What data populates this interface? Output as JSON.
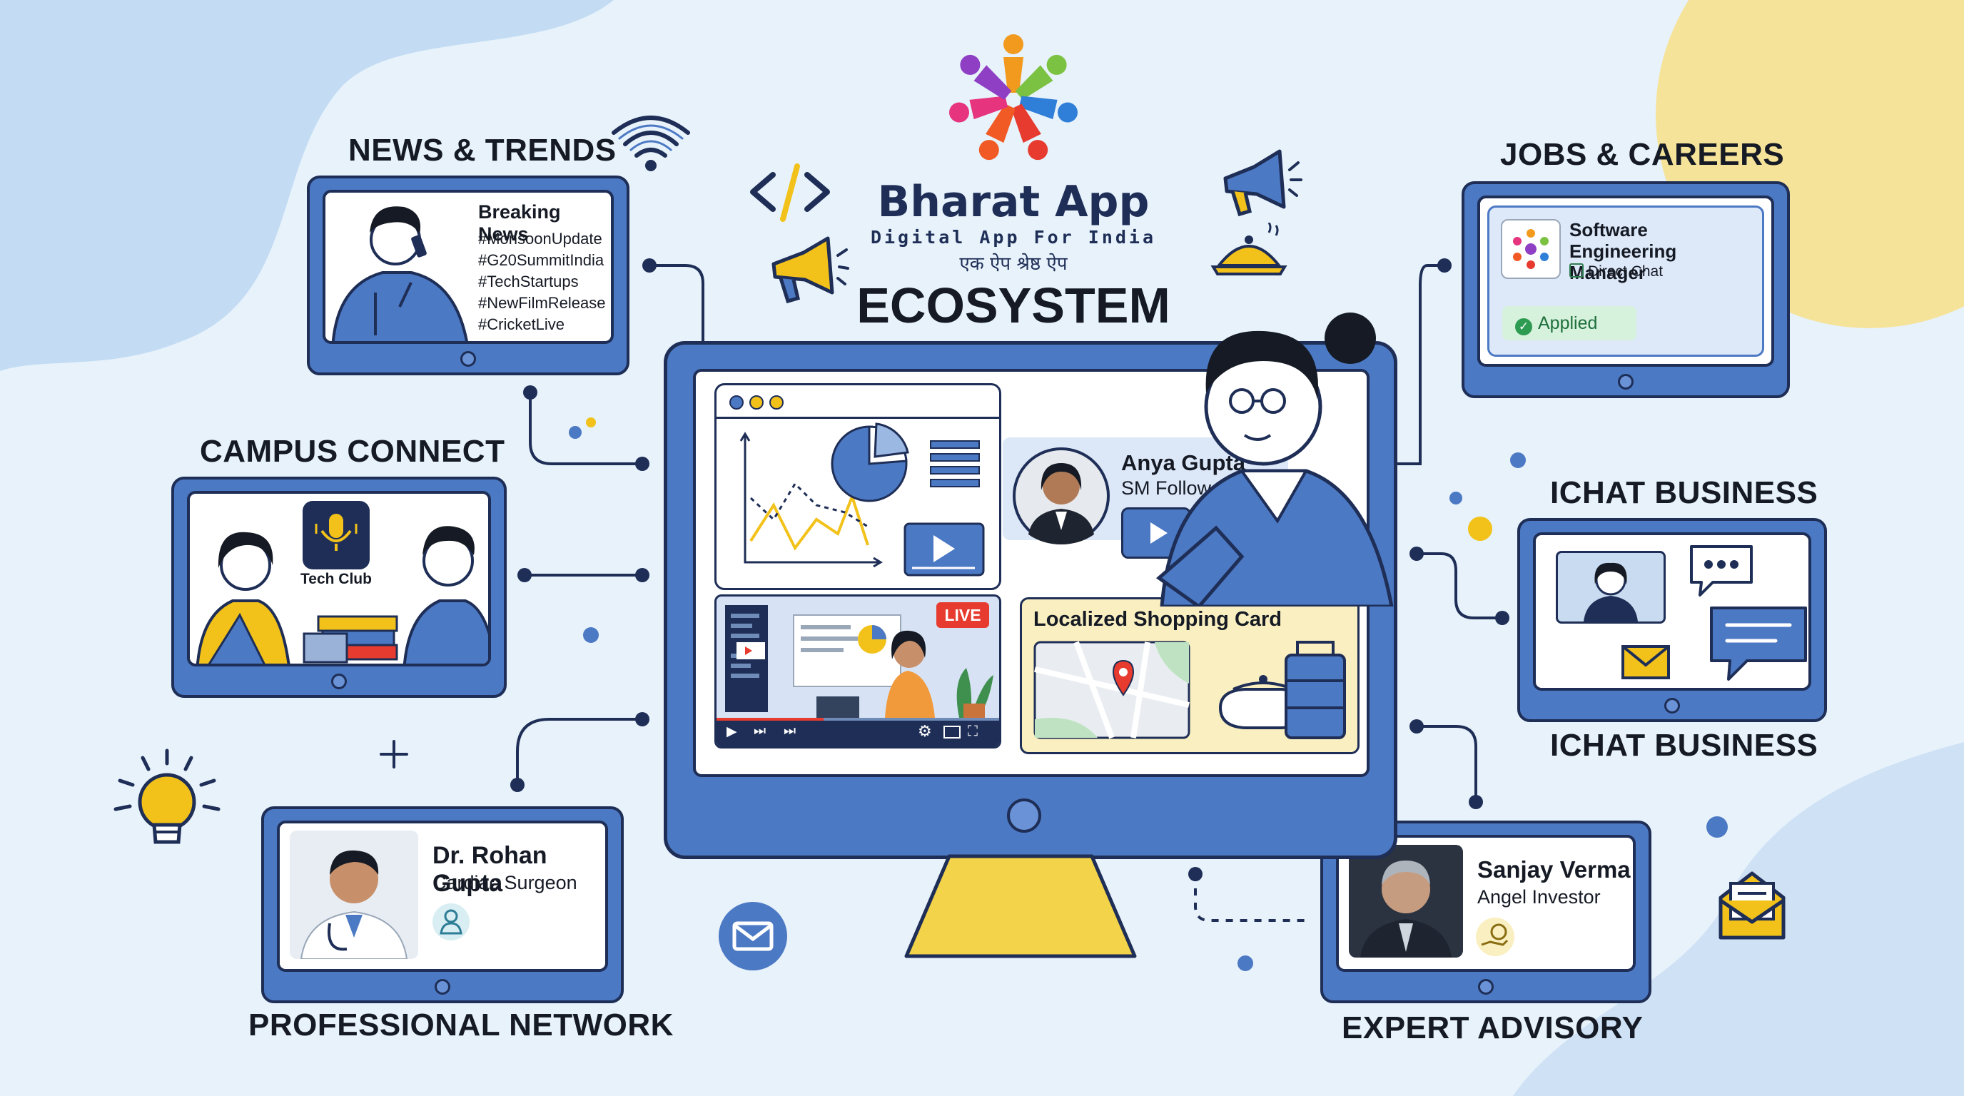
{
  "brand": {
    "name": "Bharat App",
    "tagline": "Digital App For India",
    "hindi_tagline": "एक ऐप श्रेष्ठ ऐप",
    "heading": "ECOSYSTEM"
  },
  "sections": {
    "news": {
      "label": "NEWS & TRENDS",
      "title": "Breaking News",
      "tags": [
        "#MonsoonUpdate",
        "#G20SummitIndia",
        "#TechStartups",
        "#NewFilmRelease",
        "#CricketLive"
      ]
    },
    "campus": {
      "label": "CAMPUS CONNECT",
      "club": "Tech Club"
    },
    "professional": {
      "label": "PROFESSIONAL NETWORK",
      "name": "Dr. Rohan Gupta",
      "role": "Cardiac Surgeon"
    },
    "jobs": {
      "label": "JOBS & CAREERS",
      "title": "Software Engineering Manager",
      "chat": "Direct Chat",
      "status": "Applied"
    },
    "ichat": {
      "label_top": "ICHAT BUSINESS",
      "label_bottom": "ICHAT BUSINESS"
    },
    "expert": {
      "label": "EXPERT ADVISORY",
      "name": "Sanjay Verma",
      "role": "Angel Investor"
    }
  },
  "monitor": {
    "profile_name": "Anya Gupta",
    "profile_followers": "SM Followers,",
    "live_badge": "LIVE",
    "shopping_title": "Localized Shopping Card"
  },
  "colors": {
    "background": "#e7f2fb",
    "tablet_blue": "#4c79c4",
    "outline": "#1e2e56",
    "accent_yellow": "#f2d34a",
    "shopping_bg": "#faefc0",
    "applied_green": "#d6f1dc"
  },
  "icons": [
    "wifi-icon",
    "code-icon",
    "megaphone-icon",
    "cloche-icon",
    "lightbulb-icon",
    "plus-icon",
    "mail-icon",
    "envelope-icon",
    "play-icon",
    "map-pin-icon",
    "chat-bubble-icon",
    "doctor-badge-icon",
    "money-hand-icon",
    "microphone-icon",
    "check-icon"
  ]
}
